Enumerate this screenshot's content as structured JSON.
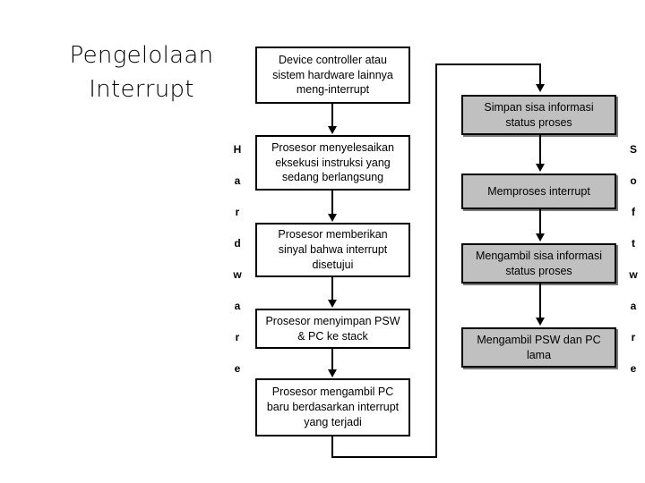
{
  "slide": {
    "title": "Pengelolaan\nInterrupt",
    "background_color": "#ffffff"
  },
  "colors": {
    "hardware_box_fill": "#ffffff",
    "software_box_fill": "#c0c0c0",
    "box_border": "#000000",
    "connector": "#000000",
    "text": "#000000"
  },
  "side_labels": {
    "left": {
      "word": "Hardware",
      "letters": [
        "H",
        "a",
        "r",
        "d",
        "w",
        "a",
        "r",
        "e"
      ]
    },
    "right": {
      "word": "Software",
      "letters": [
        "S",
        "o",
        "f",
        "t",
        "w",
        "a",
        "r",
        "e"
      ]
    }
  },
  "flowchart": {
    "type": "flowchart",
    "hardware_column": [
      {
        "id": "hw1",
        "text": "Device controller atau\nsistem hardware lainnya\nmeng-interrupt"
      },
      {
        "id": "hw2",
        "text": "Prosesor menyelesaikan\neksekusi instruksi yang\nsedang berlangsung"
      },
      {
        "id": "hw3",
        "text": "Prosesor memberikan\nsinyal bahwa interrupt\ndisetujui"
      },
      {
        "id": "hw4",
        "text": "Prosesor menyimpan PSW\n& PC ke stack"
      },
      {
        "id": "hw5",
        "text": "Prosesor mengambil PC\nbaru berdasarkan interrupt\nyang terjadi"
      }
    ],
    "software_column": [
      {
        "id": "sw1",
        "text": "Simpan sisa informasi\nstatus proses"
      },
      {
        "id": "sw2",
        "text": "Memproses interrupt"
      },
      {
        "id": "sw3",
        "text": "Mengambil sisa informasi\nstatus proses"
      },
      {
        "id": "sw4",
        "text": "Mengambil PSW dan PC\nlama"
      }
    ],
    "connectors": [
      {
        "from": "hw1",
        "to": "hw2",
        "kind": "arrow-down"
      },
      {
        "from": "hw2",
        "to": "hw3",
        "kind": "arrow-down"
      },
      {
        "from": "hw3",
        "to": "hw4",
        "kind": "arrow-down"
      },
      {
        "from": "hw4",
        "to": "hw5",
        "kind": "arrow-down"
      },
      {
        "from": "hw5",
        "to": "sw1",
        "kind": "routed-around-bottom-left-up-right"
      },
      {
        "from": "sw1",
        "to": "sw2",
        "kind": "arrow-down"
      },
      {
        "from": "sw2",
        "to": "sw3",
        "kind": "arrow-down"
      },
      {
        "from": "sw3",
        "to": "sw4",
        "kind": "arrow-down"
      }
    ]
  }
}
